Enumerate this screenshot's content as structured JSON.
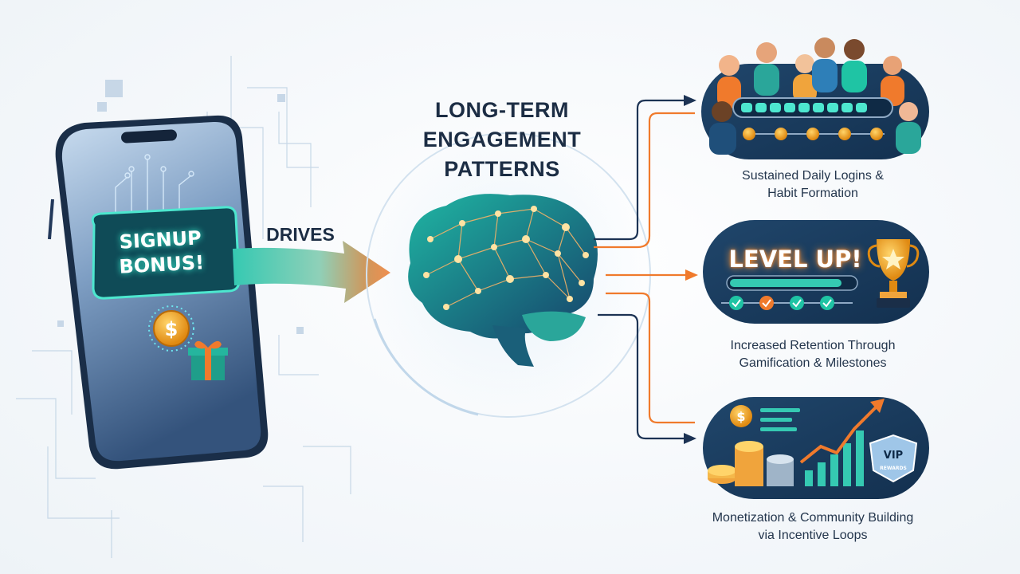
{
  "title_lines": [
    "LONG-TERM",
    "ENGAGEMENT",
    "PATTERNS"
  ],
  "connector_label": "DRIVES",
  "phone": {
    "bonus_lines": [
      "SIGNUP",
      "BONUS!"
    ],
    "coin_icon": "dollar-coin-icon",
    "gift_icon": "gift-icon"
  },
  "center_icon": "brain-network-icon",
  "outcomes": [
    {
      "caption_lines": [
        "Sustained Daily Logins &",
        "Habit Formation"
      ],
      "illustration": "community-progress-bar-illustration"
    },
    {
      "badge": "LEVEL UP!",
      "caption_lines": [
        "Increased Retention Through",
        "Gamification & Milestones"
      ],
      "illustration": "trophy-checkmarks-illustration"
    },
    {
      "badge": "VIP",
      "badge_sub": "REWARDS",
      "caption_lines": [
        "Monetization & Community Building",
        "via Incentive Loops"
      ],
      "illustration": "coins-growth-chart-illustration"
    }
  ],
  "colors": {
    "navy": "#1c3354",
    "teal": "#1fc4a4",
    "orange": "#f07a2c",
    "card_bg": "#1b3a5c"
  }
}
